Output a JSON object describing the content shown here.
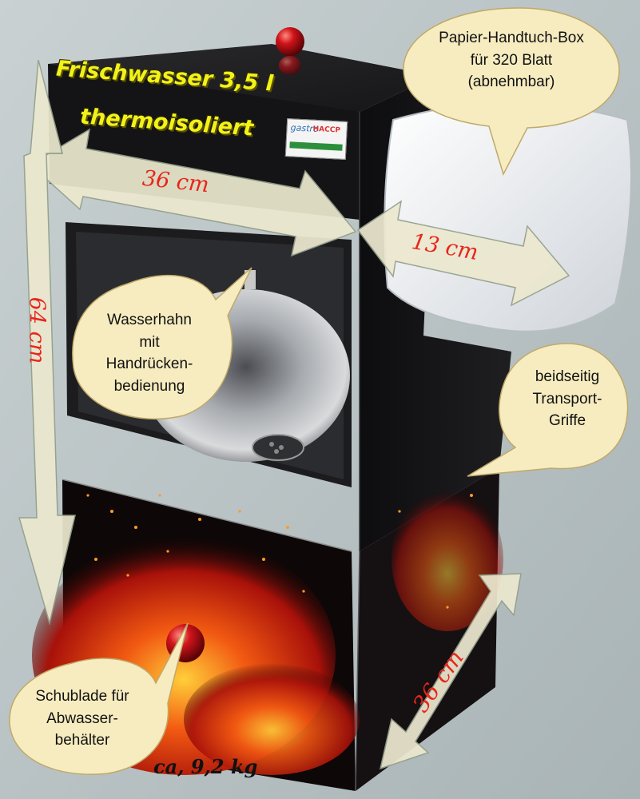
{
  "headline": {
    "line1": "Frischwasser 3,5 l",
    "line2": "thermoisoliert"
  },
  "badge": {
    "brand": "gastro",
    "mark": "HACCP"
  },
  "dimensions": {
    "width": "36 cm",
    "box_depth": "13 cm",
    "height": "64 cm",
    "depth": "36 cm"
  },
  "callouts": {
    "towel_box": [
      "Papier-Handtuch-Box",
      "für 320 Blatt",
      "(abnehmbar)"
    ],
    "faucet": [
      "Wasserhahn",
      "mit",
      "Handrücken-",
      "bedienung"
    ],
    "handles": [
      "beidseitig",
      "Transport-",
      "Griffe"
    ],
    "drawer": [
      "Schublade für",
      "Abwasser-",
      "behälter"
    ]
  },
  "weight": "ca,  9,2 kg",
  "colors": {
    "background": "#bcc6c8",
    "cabinet": "#121214",
    "bubble": "#f7ecc0",
    "arrow": "#ece8cf",
    "dimension_text": "#e8261b",
    "headline": "#f2f21a",
    "flame": "#e23a10"
  }
}
